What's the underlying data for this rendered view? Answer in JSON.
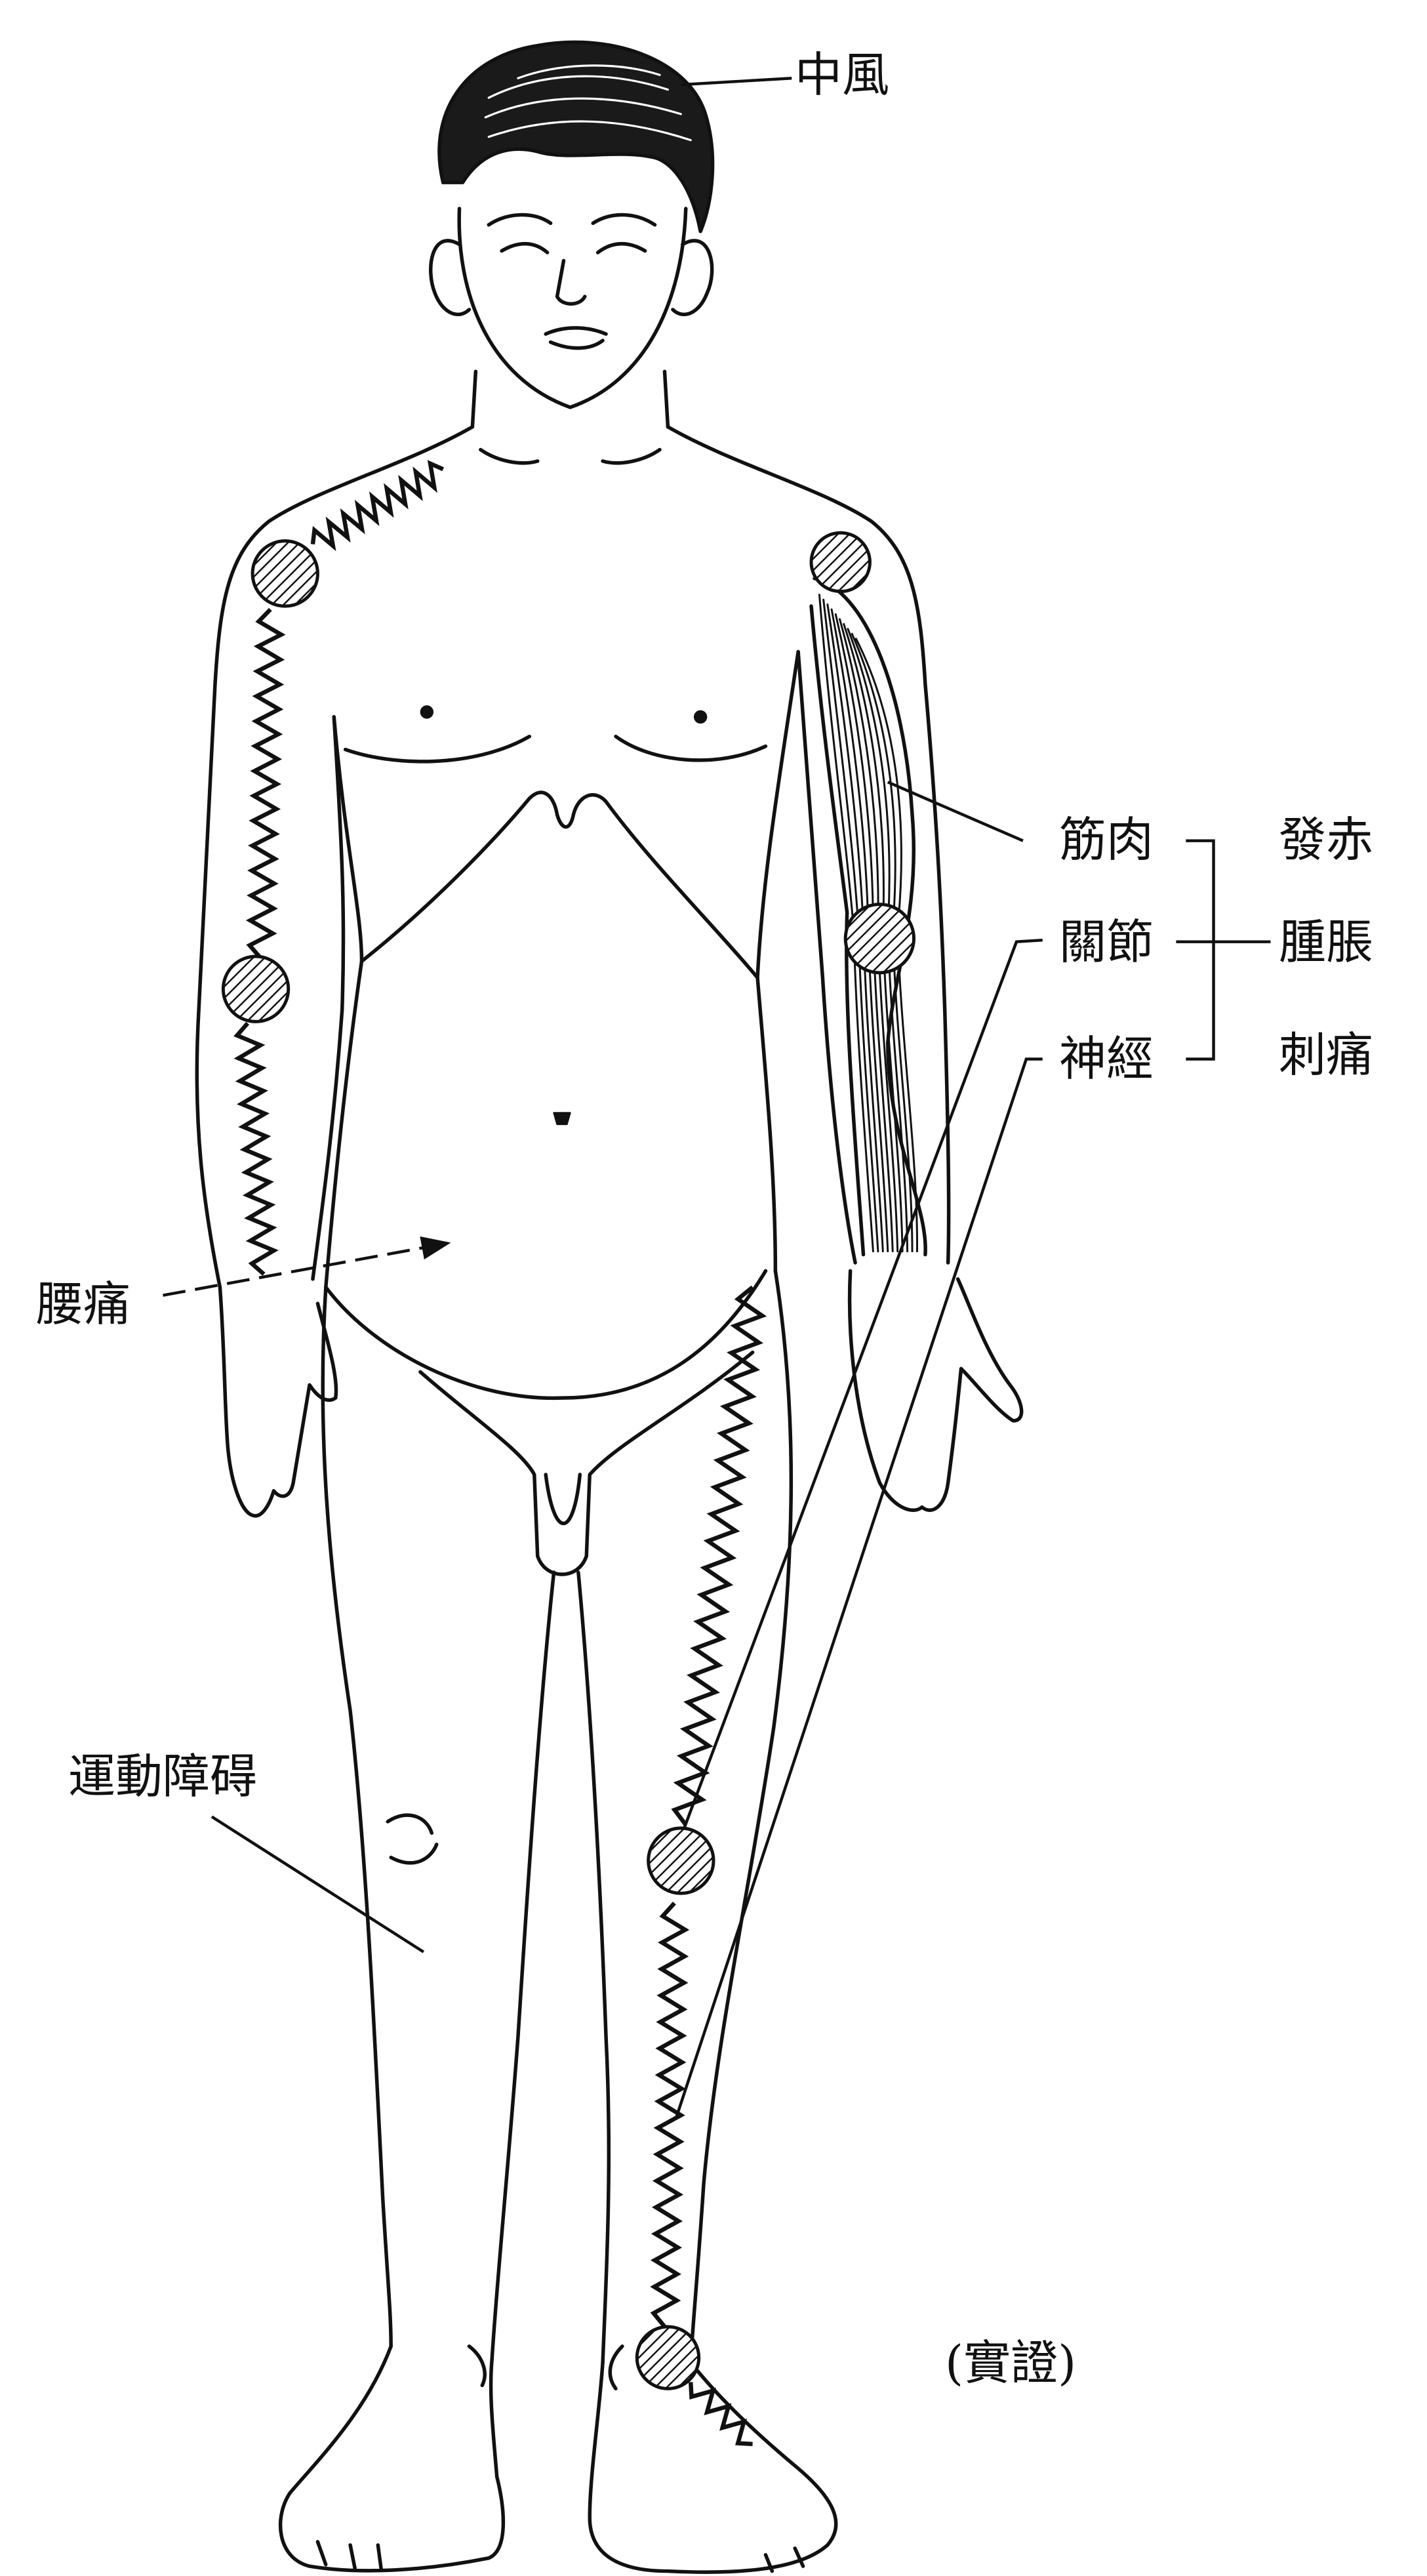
{
  "labels": {
    "stroke": "中風",
    "muscle": "筋肉",
    "joint": "關節",
    "nerve": "神經",
    "redness": "發赤",
    "swelling": "腫脹",
    "stabbing_pain": "刺痛",
    "low_back_pain": "腰痛",
    "movement_disorder": "運動障碍",
    "caption": "(實證)"
  },
  "colors": {
    "ink": "#111111",
    "paper": "#ffffff"
  },
  "icons": {
    "joint_marker": "hatched-circle-icon",
    "pain_path": "zigzag-line-icon"
  }
}
